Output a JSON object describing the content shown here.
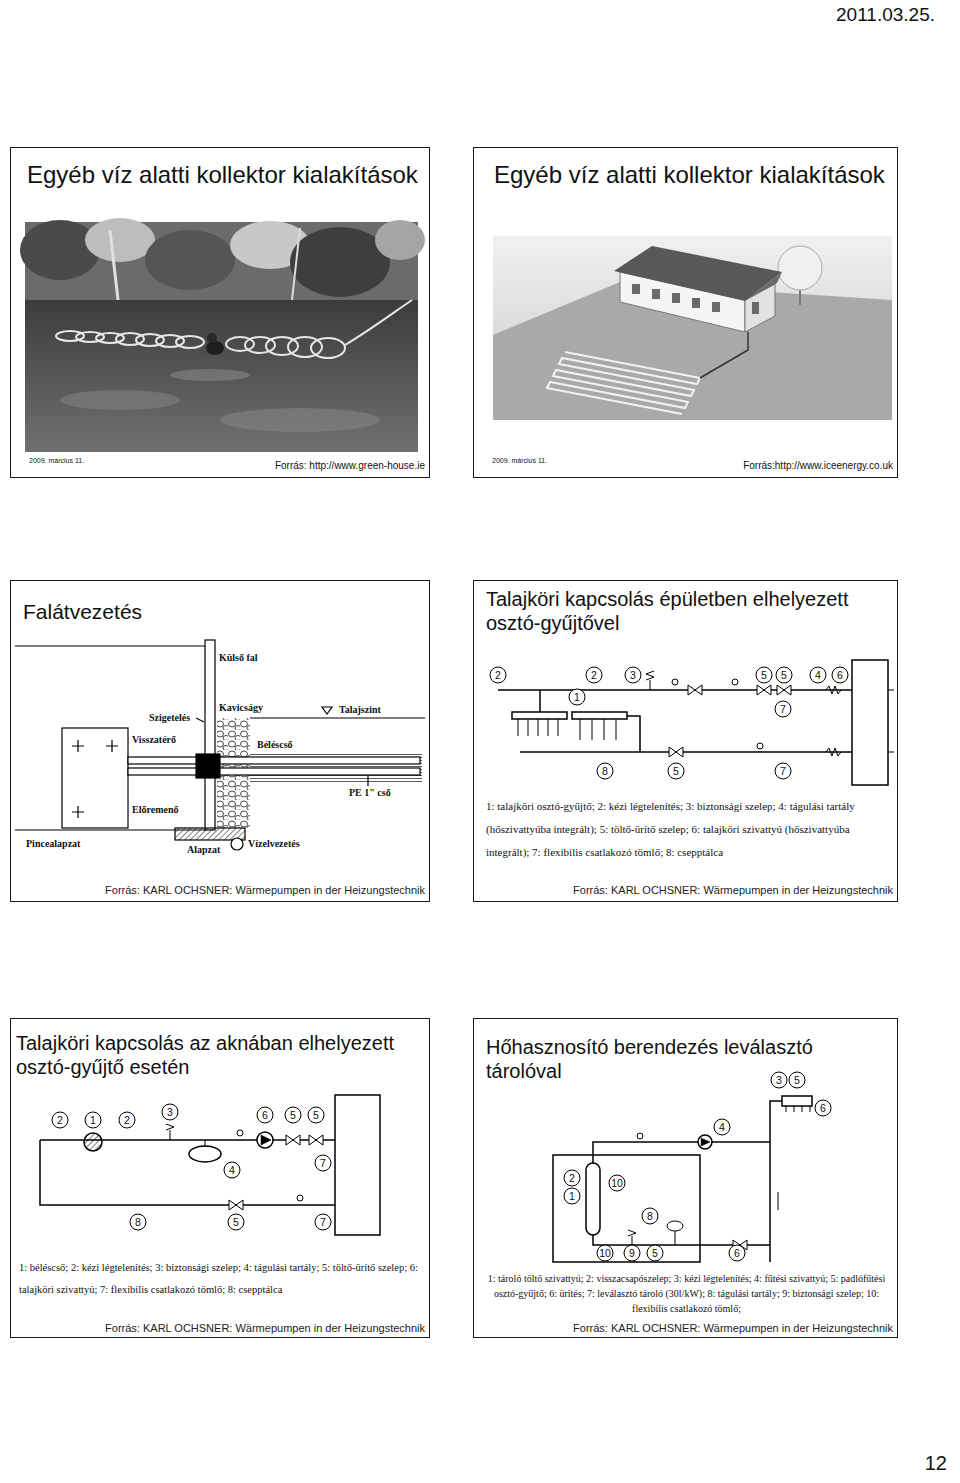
{
  "diagram": {
    "nodes": [
      {
        "text": [
          "Egyéb víz alatti kollektor kialakítások",
          "Forrás: http://www.green-house.ie"
        ]
      },
      {
        "text": [
          "Egyéb víz alatti kollektor kialakítások",
          "Forrás:http://www.iceenergy.co.uk"
        ]
      },
      {
        "text": [
          "Falátvezetés",
          "Forrás: KARL OCHSNER: Wärmepumpen in der Heizungstechnik"
        ]
      },
      {
        "text": [
          "Talajköri kapcsolás épületben elhelyezett osztó-gyűjtővel",
          "1: talajköri osztó-gyűjtő; 2: kézi légtelenítés; 3: biztonsági szelep; 4: tágulási tartály (hőszivattyúba integrált); 5: töltő-ürítő szelep; 6: talajköri szivattyú (hőszivattyúba integrált); 7: flexibilis csatlakozó tömlő; 8: csepptálca",
          "Forrás: KARL OCHSNER: Wärmepumpen in der Heizungstechnik"
        ]
      },
      {
        "text": [
          "Talajköri kapcsolás az aknában elhelyezett osztó-gyűjtő esetén",
          "1: béléscső; 2: kézi légtelenítés; 3: biztonsági szelep; 4: tágulási tartály; 5: töltő-ürítő szelep; 6: talajköri szivattyú; 7: flexibilis csatlakozó tömlő; 8: csepptálca",
          "Forrás: KARL OCHSNER: Wärmepumpen in der Heizungstechnik"
        ]
      },
      {
        "text": [
          "Hőhasznosító berendezés leválasztó tárolóval",
          "1: tároló töltő szivattyú; 2: visszacsapószelep; 3: kézi légtelenítés; 4: fűtési szivattyú; 5: padlófűtési osztó-gyűjtő; 6: ürítés; 7: leválasztó tároló (30l/kW); 8: tágulási tartály; 9: biztonsági szelep; 10: flexibilis csatlakozó tömlő;",
          "Forrás: KARL OCHSNER: Wärmepumpen in der Heizungstechnik"
        ]
      }
    ],
    "labels": [
      "2011.03.25.",
      "2009. március 11.",
      "2009. március 11.",
      "Külső fal",
      "Kavicságy",
      "Talajszint",
      "Szigetelés",
      "Visszatérő",
      "Béléscső",
      "PE 1\" cső",
      "Előremenő",
      "Pincealapzat",
      "Alapzat",
      "Vízelvezetés",
      "2",
      "2",
      "3",
      "5",
      "5",
      "4",
      "6",
      "1",
      "7",
      "8",
      "5",
      "7",
      "2",
      "1",
      "2",
      "3",
      "6",
      "5",
      "5",
      "4",
      "7",
      "8",
      "5",
      "7",
      "3",
      "5",
      "6",
      "4",
      "2",
      "1",
      "10",
      "8",
      "10",
      "9",
      "5",
      "6",
      "12"
    ]
  }
}
